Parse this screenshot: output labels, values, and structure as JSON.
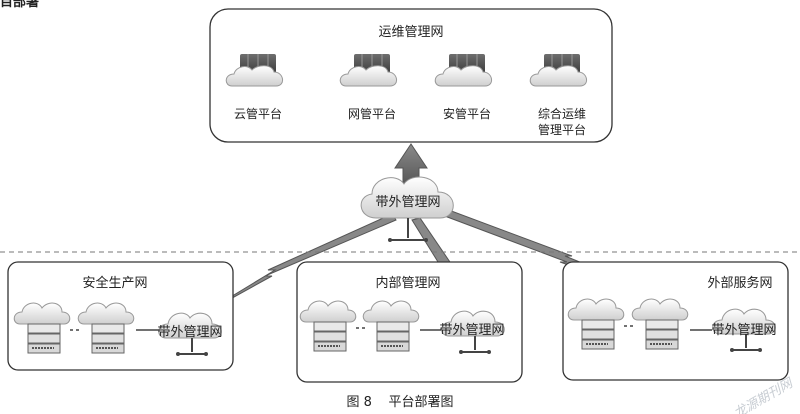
{
  "partial_top_text": "目部署",
  "ops_network": {
    "title": "运维管理网",
    "platforms": [
      {
        "line1": "云管平台",
        "line2": ""
      },
      {
        "line1": "网管平台",
        "line2": ""
      },
      {
        "line1": "安管平台",
        "line2": ""
      },
      {
        "line1": "综合运维",
        "line2": "管理平台"
      }
    ]
  },
  "center_node": {
    "label": "带外管理网"
  },
  "networks": [
    {
      "title": "安全生产网",
      "oob_label": "带外管理网"
    },
    {
      "title": "内部管理网",
      "oob_label": "带外管理网"
    },
    {
      "title": "外部服务网",
      "oob_label": "带外管理网"
    }
  ],
  "caption": "图 8    平台部署图",
  "watermark": "龙源期刊网"
}
